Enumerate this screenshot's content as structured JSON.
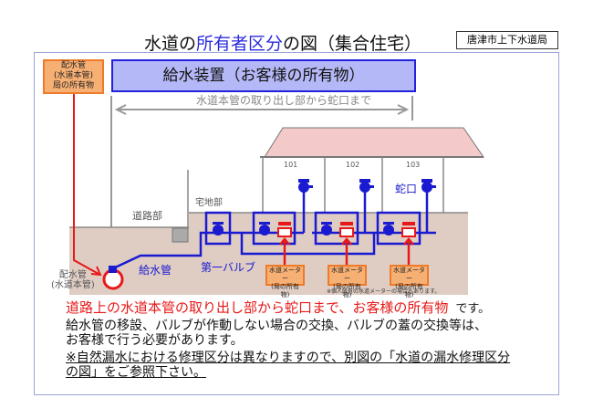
{
  "header": {
    "title_pre": "水道の",
    "title_hl": "所有者区分",
    "title_post": "の図（集合住宅）",
    "org": "唐津市上下水道局"
  },
  "owner_label": {
    "l1": "配水管",
    "l2": "(水道本管)",
    "l3": "局の所有物"
  },
  "banner": "給水装置（お客様の所有物）",
  "range_label": "水道本管の取り出し部から蛇口まで",
  "diagram": {
    "road": "道路部",
    "lot": "宅地部",
    "main_l1": "配水管",
    "main_l2": "(水道本管)",
    "supply_pipe": "給水管",
    "first_valve": "第一バルブ",
    "faucet": "蛇口",
    "units": [
      "101",
      "102",
      "103"
    ],
    "meter_l1": "水道メーター",
    "meter_l2": "(局の所有物)",
    "note": "※個人所有の水道メーターの場合もあります。"
  },
  "body": {
    "line1_red": "道路上の水道本管の取り出し部から蛇口まで、お客様の所有物",
    "line1_end": "です。",
    "line2": "給水管の移設、バルブが作動しない場合の交換、バルブの蓋の交換等は、",
    "line3": "お客様で行う必要があります。",
    "line4": "※自然漏水における修理区分は異なりますので、別図の「水道の漏水修理区分",
    "line5": "の図」をご参照下さい。"
  },
  "colors": {
    "blue": "#1a1ad0",
    "red": "#e81818",
    "orange": "#f7b074",
    "ground": "#dfcdc4",
    "roof": "#f4c9c9"
  }
}
